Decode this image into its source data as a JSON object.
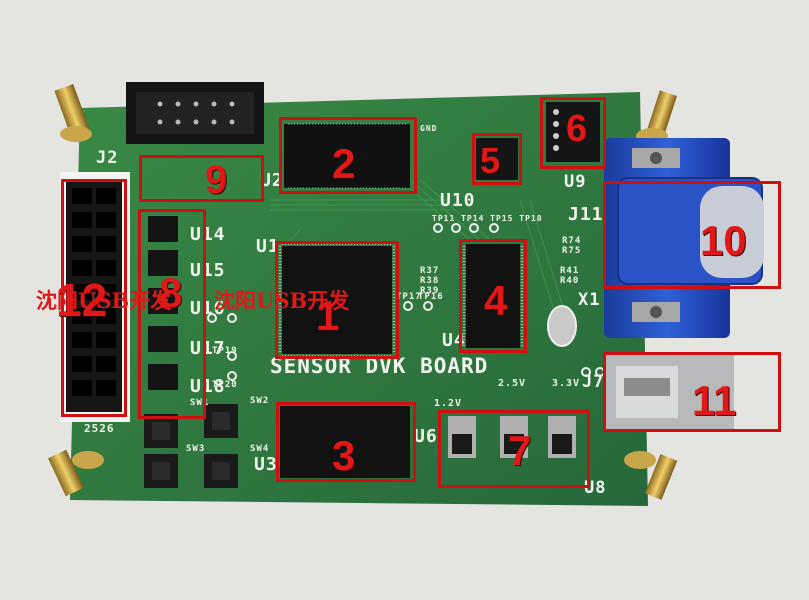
{
  "board_silkscreen": {
    "title": "SENSOR DVK BOARD",
    "u1": "U1",
    "u2": "U2",
    "u3": "U3",
    "u4": "U4",
    "u6": "U6",
    "u8": "U8",
    "u9": "U9",
    "u10": "U10",
    "u14": "U14",
    "u15": "U15",
    "u16": "U16",
    "u17": "U17",
    "u18": "U18",
    "j2": "J2",
    "j7": "J7",
    "j11": "J11",
    "x1": "X1",
    "code_2526": "2526",
    "volt_25": "2.5V",
    "volt_33": "3.3V",
    "volt_12": "1.2V",
    "sw1": "SW1",
    "sw2": "SW2",
    "sw3": "SW3",
    "sw4": "SW4",
    "tp19": "TP19",
    "tp20": "TP20",
    "tp16": "TP16",
    "tp17": "TP17",
    "r74": "R74",
    "r75": "R75",
    "r41": "R41",
    "r40": "R40",
    "r37": "R37",
    "r38": "R38",
    "r39": "R39",
    "tp_row": "TP11 TP14 TP15 TP10",
    "gnd": "GND"
  },
  "annotations": [
    {
      "label": "1"
    },
    {
      "label": "2"
    },
    {
      "label": "3"
    },
    {
      "label": "4"
    },
    {
      "label": "5"
    },
    {
      "label": "6"
    },
    {
      "label": "7"
    },
    {
      "label": "8"
    },
    {
      "label": "9"
    },
    {
      "label": "10"
    },
    {
      "label": "11"
    },
    {
      "label": "12"
    }
  ],
  "watermarks": {
    "left": "沈阳USB开发",
    "center": "沈阳USB开发"
  },
  "colors": {
    "pcb_green": "#2f7a3c",
    "annotation_red": "#d01010",
    "vga_blue": "#1f47b8",
    "background": "#e6e6e3"
  }
}
